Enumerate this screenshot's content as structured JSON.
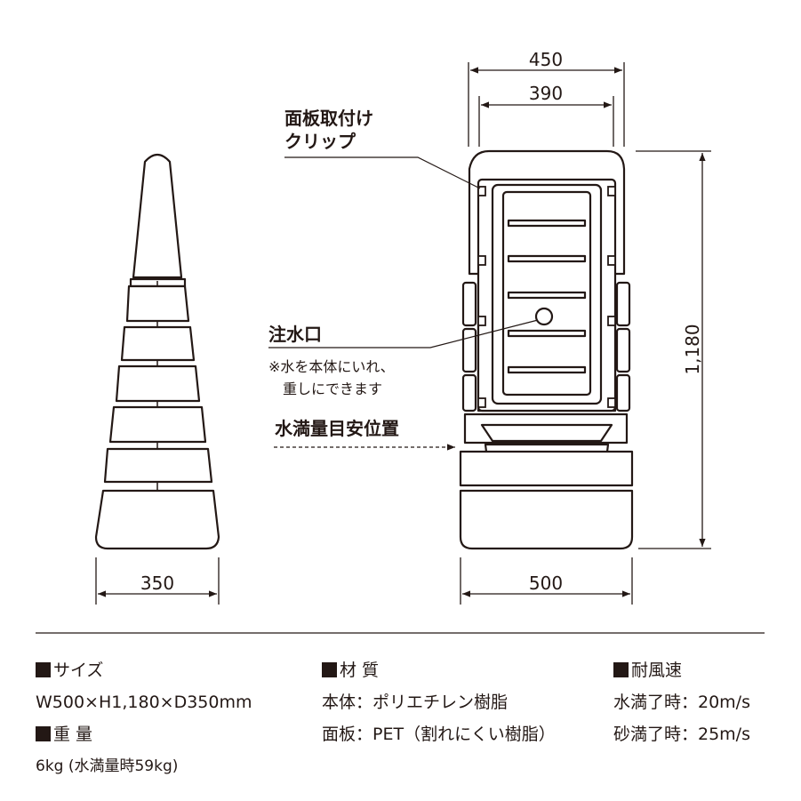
{
  "dimensions": {
    "top_outer": "450",
    "top_inner": "390",
    "height": "1,180",
    "side_width": "350",
    "front_width": "500"
  },
  "callouts": {
    "clip_line1": "面板取付け",
    "clip_line2": "クリップ",
    "inlet_title": "注水口",
    "inlet_note1": "※水を本体にいれ、",
    "inlet_note2": "重しにできます",
    "water_level": "水満量目安位置"
  },
  "specs": {
    "size_heading": "サイズ",
    "size_value": "W500×H1,180×D350mm",
    "weight_heading": "重 量",
    "weight_value": "6kg (水満量時59kg)",
    "material_heading": "材 質",
    "material_body": "本体：ポリエチレン樹脂",
    "material_panel": "面板：PET（割れにくい樹脂）",
    "wind_heading": "耐風速",
    "wind_water": "水満了時：20m/s",
    "wind_sand": "砂満了時：25m/s"
  }
}
